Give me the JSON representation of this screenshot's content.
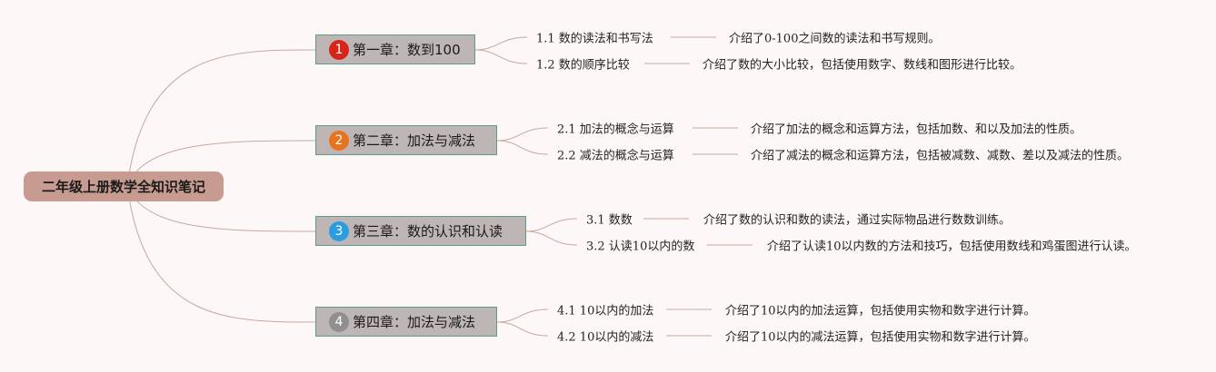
{
  "root": "二年级上册数学全知识笔记",
  "colors": {
    "line": "#c9a79c",
    "chapter_border": "#5f9c88"
  },
  "chapters": [
    {
      "num": "1",
      "badge_color": "#d9241b",
      "title": "第一章：数到100",
      "subs": [
        {
          "label": "1.1 数的读法和书写法",
          "desc": "介绍了0-100之间数的读法和书写规则。"
        },
        {
          "label": "1.2 数的顺序比较",
          "desc": "介绍了数的大小比较，包括使用数字、数线和图形进行比较。"
        }
      ]
    },
    {
      "num": "2",
      "badge_color": "#e8731e",
      "title": "第二章：加法与减法",
      "subs": [
        {
          "label": "2.1 加法的概念与运算",
          "desc": "介绍了加法的概念和运算方法，包括加数、和以及加法的性质。"
        },
        {
          "label": "2.2 减法的概念与运算",
          "desc": "介绍了减法的概念和运算方法，包括被减数、减数、差以及减法的性质。"
        }
      ]
    },
    {
      "num": "3",
      "badge_color": "#2a9de0",
      "title": "第三章：数的认识和认读",
      "subs": [
        {
          "label": "3.1 数数",
          "desc": "介绍了数的认识和数的读法，通过实际物品进行数数训练。"
        },
        {
          "label": "3.2 认读10以内的数",
          "desc": "介绍了认读10以内数的方法和技巧，包括使用数线和鸡蛋图进行认读。"
        }
      ]
    },
    {
      "num": "4",
      "badge_color": "#8f8f8f",
      "title": "第四章：加法与减法",
      "subs": [
        {
          "label": "4.1 10以内的加法",
          "desc": "介绍了10以内的加法运算，包括使用实物和数字进行计算。"
        },
        {
          "label": "4.2 10以内的减法",
          "desc": "介绍了10以内的减法运算，包括使用实物和数字进行计算。"
        }
      ]
    }
  ]
}
